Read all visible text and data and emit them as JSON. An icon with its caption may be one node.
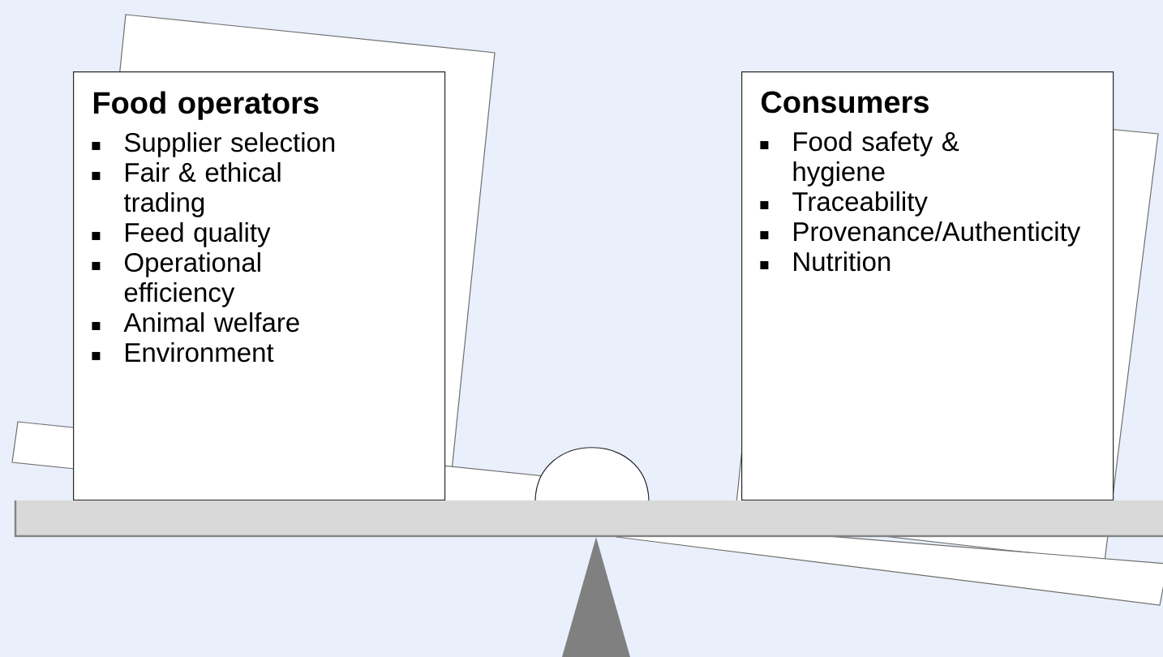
{
  "diagram": {
    "nodes": [
      {
        "text": [
          "Food operators",
          "Supplier selection",
          "Fair & ethical trading",
          "Feed quality",
          "Operational efficiency",
          "Animal welfare",
          "Environment"
        ]
      },
      {
        "text": [
          "Consumers",
          "Food safety & hygiene",
          "Traceability",
          "Provenance/Authenticity",
          "Nutrition"
        ]
      }
    ]
  }
}
